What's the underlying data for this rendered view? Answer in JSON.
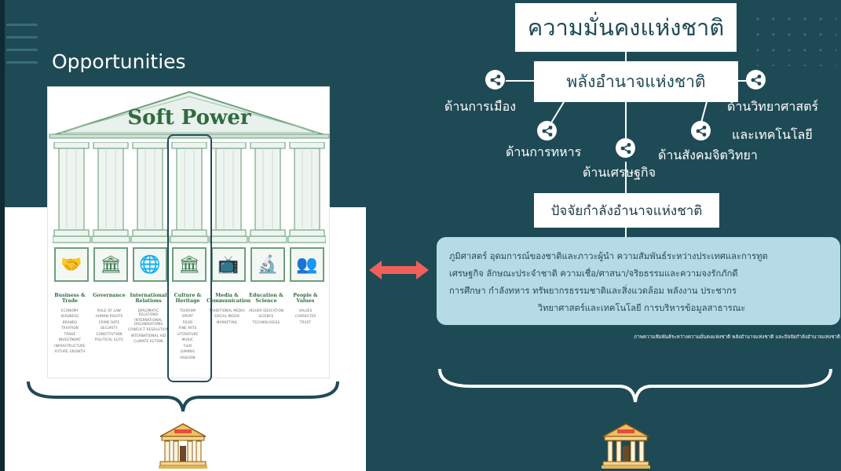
{
  "left": {
    "title": "Opportunities",
    "poster": {
      "title": "Soft Power",
      "categories": [
        {
          "title": "Business & Trade",
          "icon": "handshake-icon",
          "glyph": "🤝",
          "items": [
            "ECONOMY",
            "BUSINESS",
            "BRANDS",
            "TAXATION",
            "TRADE",
            "INVESTMENT",
            "INFRASTRUCTURE",
            "FUTURE GROWTH"
          ]
        },
        {
          "title": "Governance",
          "icon": "capitol-icon",
          "glyph": "🏛",
          "items": [
            "RULE OF LAW",
            "HUMAN RIGHTS",
            "CRIME RATE",
            "SECURITY",
            "CONSTITUTION",
            "POLITICAL ELITE"
          ]
        },
        {
          "title": "International Relations",
          "icon": "globe-icon",
          "glyph": "🌐",
          "items": [
            "DIPLOMATIC RELATIONS",
            "INTERNATIONAL ORGANISATIONS",
            "CONFLICT RESOLUTION",
            "INTERNATIONAL AID",
            "CLIMATE ACTION"
          ]
        },
        {
          "title": "Culture & Heritage",
          "icon": "museum-icon",
          "glyph": "🏛",
          "items": [
            "TOURISM",
            "SPORT",
            "FOOD",
            "FINE ARTS",
            "LITERATURE",
            "MUSIC",
            "FILM",
            "GAMING",
            "FASHION"
          ]
        },
        {
          "title": "Media & Communication",
          "icon": "television-icon",
          "glyph": "📺",
          "items": [
            "TRADITIONAL MEDIA",
            "SOCIAL MEDIA",
            "MARKETING"
          ]
        },
        {
          "title": "Education & Science",
          "icon": "microscope-icon",
          "glyph": "🔬",
          "items": [
            "HIGHER EDUCATION",
            "SCIENCE",
            "TECHNOLOGIES"
          ]
        },
        {
          "title": "People & Values",
          "icon": "people-icon",
          "glyph": "👥",
          "items": [
            "VALUES",
            "CHARACTER",
            "TRUST"
          ]
        }
      ]
    }
  },
  "right": {
    "main_title": "ความมั่นคงแห่งชาติ",
    "sub_title": "พลังอำนาจแห่งชาติ",
    "branches": {
      "politics": "ด้านการเมือง",
      "science_line1": "ด้านวิทยาศาสตร์",
      "science_line2": "และเทคโนโลยี",
      "military": "ด้านการทหาร",
      "economy": "ด้านเศรษฐกิจ",
      "social": "ด้านสังคมจิตวิทยา"
    },
    "factor_title": "ปัจจัยกำลังอำนาจแห่งชาติ",
    "factors": [
      "ภูมิศาสตร์   อุดมการณ์ของชาติและภาวะผู้นำ   ความสัมพันธ์ระหว่างประเทศและการทูต",
      "เศรษฐกิจ   ลักษณะประจำชาติ   ความเชื่อ/ศาสนา/จริยธรรมและความจงรักภักดี",
      "การศึกษา   กำลังทหาร   ทรัพยากรธรรมชาติและสิ่งแวดล้อม   พลังงาน    ประชากร",
      "วิทยาศาสตร์และเทคโนโลยี     การบริหารข้อมูลสาธารณะ"
    ],
    "caption": "ภาพความสัมพันธ์ระหว่างความมั่นคงแห่งชาติ  พลังอำนาจแห่งชาติ และปัจจัยกำลังอำนาจแห่งชาติ"
  },
  "colors": {
    "background": "#1e4a55",
    "factor_box": "#b4dbe6",
    "arrow": "#f0605a",
    "poster_green": "#2e6b3f"
  }
}
